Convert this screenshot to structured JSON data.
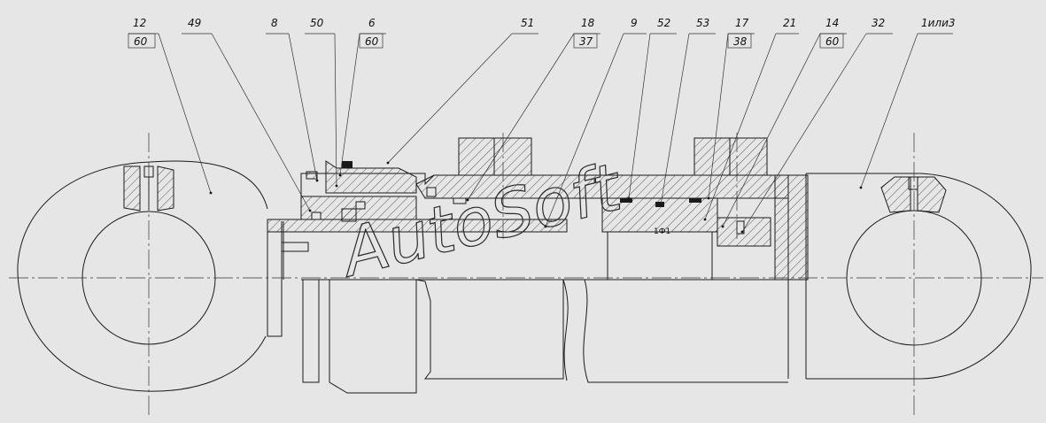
{
  "drawing": {
    "callouts": [
      {
        "label": "12",
        "sub": "60"
      },
      {
        "label": "49"
      },
      {
        "label": "8"
      },
      {
        "label": "50"
      },
      {
        "label": "6",
        "sub": "60"
      },
      {
        "label": "51"
      },
      {
        "label": "18",
        "sub": "37"
      },
      {
        "label": "9"
      },
      {
        "label": "52"
      },
      {
        "label": "53"
      },
      {
        "label": "17",
        "sub": "38"
      },
      {
        "label": "21"
      },
      {
        "label": "14",
        "sub": "60"
      },
      {
        "label": "32"
      },
      {
        "label": "1или3"
      }
    ],
    "watermark": "AutoSoft",
    "stamp": "1Ф1",
    "line_color": "#1a1a1a",
    "background_color": "#e6e6e6"
  }
}
